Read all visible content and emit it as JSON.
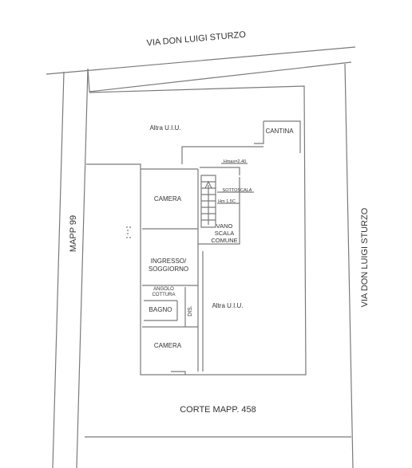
{
  "streets": {
    "top": "VIA DON LUIGI STURZO",
    "right": "VIA DON LUIGI STURZO",
    "left": "MAPP 99",
    "bottom": "CORTE MAPP. 458"
  },
  "rooms": {
    "altra_top": "Altra U.I.U.",
    "cantina": "CANTINA",
    "camera_top": "CAMERA",
    "vano_1": "VANO",
    "vano_2": "SCALA",
    "vano_3": "COMUNE",
    "ingresso_1": "INGRESSO/",
    "ingresso_2": "SOGGIORNO",
    "angolo_1": "ANGOLO",
    "angolo_2": "COTTURA",
    "bagno": "BAGNO",
    "dis": "DIS.",
    "altra_right": "Altra U.I.U.",
    "camera_bottom": "CAMERA"
  },
  "annotations": {
    "hmax": "Hmax=2.40",
    "sottoscala": "SOTTOSCALA",
    "hmin": "Hm 1.5C"
  },
  "colors": {
    "wall": "#7a7a7a",
    "text": "#333333"
  }
}
